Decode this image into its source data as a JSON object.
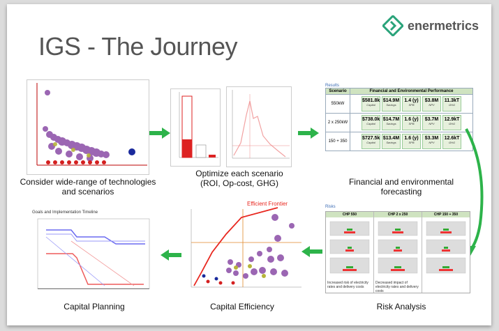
{
  "title": "IGS - The Journey",
  "logo": {
    "text": "enermetrics"
  },
  "captions": {
    "consider": "Consider wide-range of technologies and scenarios",
    "optimize": "Optimize each scenario (ROI, Op-cost, GHG)",
    "forecast": "Financial and environmental forecasting",
    "risk": "Risk Analysis",
    "efficiency": "Capital Efficiency",
    "planning": "Capital Planning"
  },
  "results": {
    "label": "Results",
    "col_scenario": "Scenario",
    "col_perf": "Financial and Environmental Performance",
    "metric_labels": [
      "Capital",
      "Savings",
      "SPB",
      "NPV",
      "GHG"
    ],
    "rows": [
      {
        "scenario": "550kW",
        "values": [
          "$581.8k",
          "$14.9M",
          "1.4 (y)",
          "$3.8M",
          "11.3kT"
        ]
      },
      {
        "scenario": "2 x 250kW",
        "values": [
          "$738.0k",
          "$14.7M",
          "1.6 (y)",
          "$3.7M",
          "12.9kT"
        ]
      },
      {
        "scenario": "150 + 350",
        "values": [
          "$727.5k",
          "$13.4M",
          "1.6 (y)",
          "$3.3M",
          "12.6kT"
        ]
      }
    ]
  },
  "risks": {
    "label": "Risks",
    "columns": [
      "CHP 550",
      "CHP 2 x 250",
      "CHP 150 + 350"
    ],
    "notes": [
      "Increased risk of electricity rates and delivery costs",
      "Decreased impact of electricity rates and delivery costs",
      ""
    ]
  },
  "efficient_frontier": "Efficient Frontier",
  "timeline_title": "Goals and Implementation Timeline",
  "colors": {
    "arrow": "#2db34a",
    "frontier": "#e8271f",
    "logo": "#2aa37a"
  }
}
